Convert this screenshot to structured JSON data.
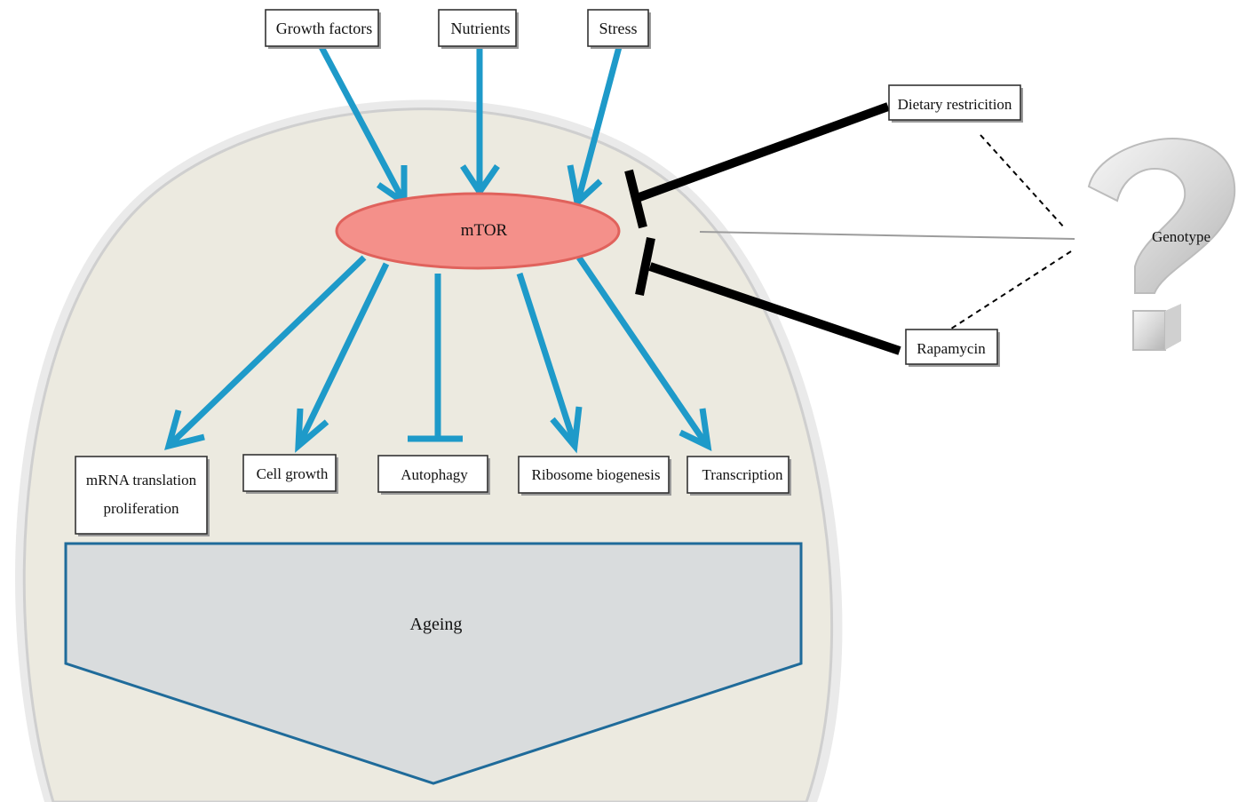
{
  "inputs": {
    "growth_factors": "Growth factors",
    "nutrients": "Nutrients",
    "stress": "Stress"
  },
  "hub": {
    "label": "mTOR",
    "color": "#f4908a"
  },
  "outputs": {
    "mrna_line1": "mRNA translation",
    "mrna_line2": "proliferation",
    "cell_growth": "Cell growth",
    "autophagy": "Autophagy",
    "ribosome": "Ribosome biogenesis",
    "transcription": "Transcription"
  },
  "ageing": {
    "label": "Ageing",
    "fill": "#d9dcdd",
    "stroke": "#1f6b9a"
  },
  "inhibitors": {
    "dietary_restriction": "Dietary restricition",
    "rapamycin": "Rapamycin"
  },
  "genotype": {
    "label": "Genotype",
    "icon": "question-mark-icon"
  },
  "colors": {
    "cell_fill": "#eceae0",
    "arrow_blue": "#1e9ac9",
    "inhibition": "#000000"
  }
}
